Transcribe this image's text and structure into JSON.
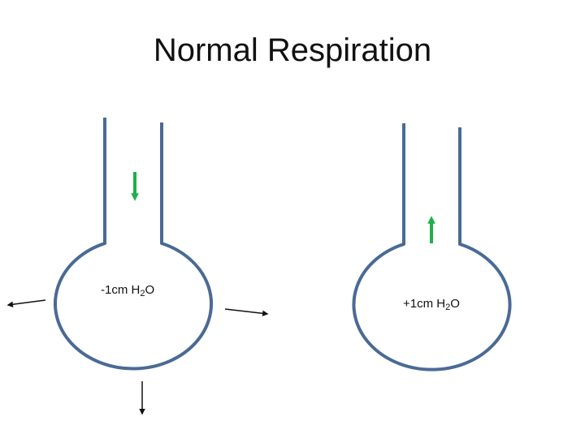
{
  "title": "Normal Respiration",
  "left_flask": {
    "pressure_label": {
      "main": "-1cm H",
      "sub": "2",
      "tail": "O"
    },
    "flow_direction": "down",
    "expansion_arrows": [
      "left",
      "right",
      "down"
    ]
  },
  "right_flask": {
    "pressure_label": {
      "main": "+1cm H",
      "sub": "2",
      "tail": "O"
    },
    "flow_direction": "up"
  },
  "colors": {
    "flask": "#4a6a95",
    "flow_arrow": "#1db04b",
    "expansion_arrow": "#111111",
    "text": "#111111"
  }
}
